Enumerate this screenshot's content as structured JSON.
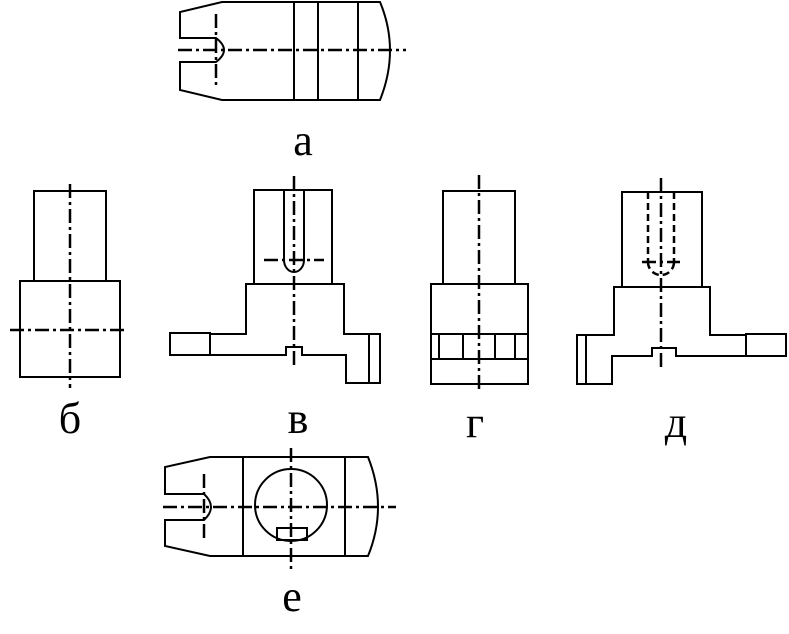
{
  "views": [
    {
      "id": "a",
      "label": "а"
    },
    {
      "id": "b",
      "label": "б"
    },
    {
      "id": "v",
      "label": "в"
    },
    {
      "id": "g",
      "label": "г"
    },
    {
      "id": "d",
      "label": "д"
    },
    {
      "id": "e",
      "label": "е"
    }
  ]
}
